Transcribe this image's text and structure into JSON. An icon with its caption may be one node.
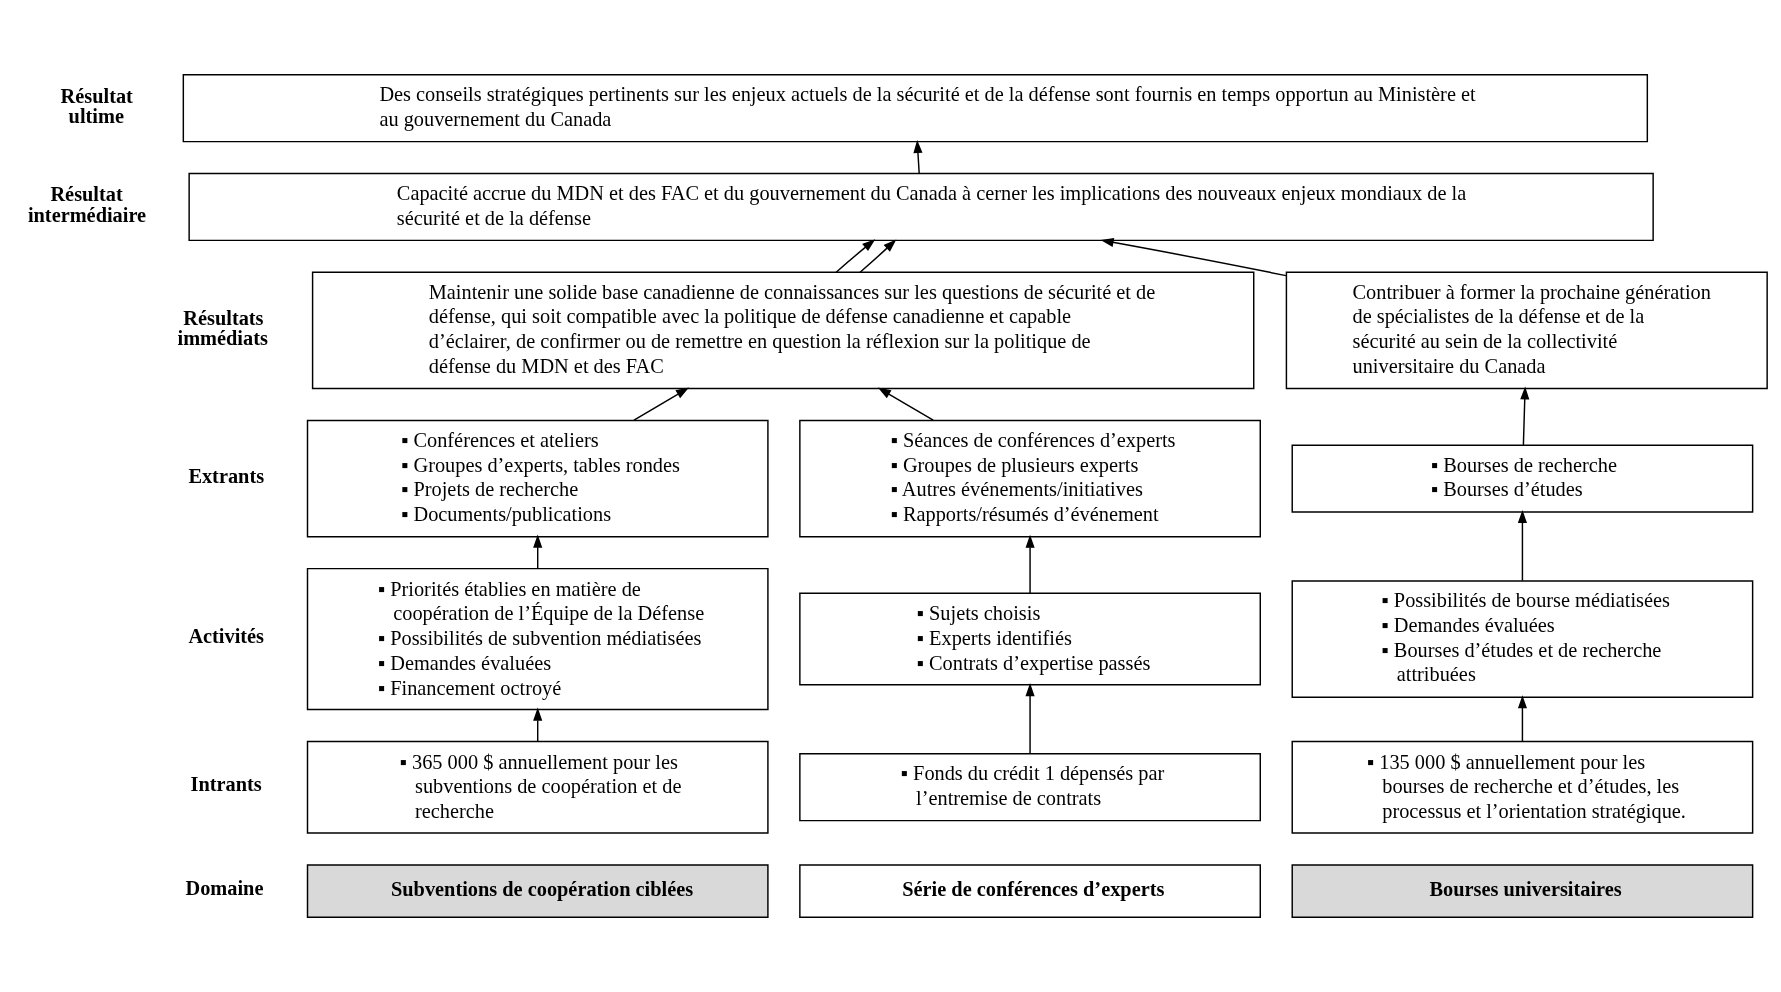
{
  "diagram": {
    "nodes": [
      {
        "text": [
          "Des conseils stratégiques pertinents sur les enjeux actuels de la sécurité et de la défense sont fournis en temps opportun au Ministère et au gouvernement du Canada"
        ]
      },
      {
        "text": [
          "Capacité accrue du MDN et des FAC et du gouvernement du Canada à cerner les implications des nouveaux enjeux mondiaux de la sécurité et de la défense"
        ]
      },
      {
        "text": [
          "Maintenir une solide base canadienne de connaissances sur les questions de sécurité et de défense, qui soit compatible avec la politique de défense canadienne et capable d’éclairer, de confirmer ou de remettre en question la réflexion sur la politique de défense du MDN et des FAC"
        ]
      },
      {
        "text": [
          "Contribuer à former la prochaine génération de spécialistes de la défense et de la sécurité au sein de la collectivité universitaire du Canada"
        ]
      },
      {
        "text": [
          "▪ Conférences et ateliers",
          "▪ Groupes d’experts, tables rondes",
          "▪ Projets de recherche",
          "▪ Documents/publications"
        ]
      },
      {
        "text": [
          "▪ Séances de conférences d’experts",
          "▪ Groupes de plusieurs experts",
          "▪ Autres événements/initiatives",
          "▪ Rapports/résumés d’événement"
        ]
      },
      {
        "text": [
          "▪ Bourses de recherche",
          "▪ Bourses d’études"
        ]
      },
      {
        "text": [
          "▪ Priorités établies en matière de coopération de l’Équipe de la Défense",
          "▪ Possibilités de subvention médiatisées",
          "▪ Demandes évaluées",
          "▪ Financement octroyé"
        ]
      },
      {
        "text": [
          "▪ Sujets choisis",
          "▪ Experts identifiés",
          "▪ Contrats d’expertise passés"
        ]
      },
      {
        "text": [
          "▪ Possibilités de bourse médiatisées",
          "▪ Demandes évaluées",
          "▪ Bourses d’études et de recherche attribuées"
        ]
      },
      {
        "text": [
          "▪ 365 000 $ annuellement pour les subventions de coopération et de recherche"
        ]
      },
      {
        "text": [
          "▪ Fonds du crédit 1 dépensés par l’entremise de contrats"
        ]
      },
      {
        "text": [
          "▪ 135 000 $ annuellement pour les bourses de recherche et d’études, les processus et l’orientation stratégique."
        ]
      },
      {
        "text": [
          "Subventions de coopération ciblées"
        ]
      },
      {
        "text": [
          "Série de conférences d’experts"
        ]
      },
      {
        "text": [
          "Bourses universitaires"
        ]
      }
    ],
    "edges": [
      {
        "from": 1,
        "to": 0,
        "arrow": "to"
      },
      {
        "from": 2,
        "to": 1,
        "arrow": "to"
      },
      {
        "from": 2,
        "to": 1,
        "arrow": "to"
      },
      {
        "from": 3,
        "to": 1,
        "arrow": "to"
      },
      {
        "from": 4,
        "to": 2,
        "arrow": "to"
      },
      {
        "from": 5,
        "to": 2,
        "arrow": "to"
      },
      {
        "from": 6,
        "to": 3,
        "arrow": "to"
      },
      {
        "from": 7,
        "to": 4,
        "arrow": "to"
      },
      {
        "from": 8,
        "to": 5,
        "arrow": "to"
      },
      {
        "from": 9,
        "to": 6,
        "arrow": "to"
      },
      {
        "from": 10,
        "to": 7,
        "arrow": "to"
      },
      {
        "from": 11,
        "to": 8,
        "arrow": "to"
      },
      {
        "from": 12,
        "to": 9,
        "arrow": "to"
      }
    ],
    "labels": [
      "Résultat ultime",
      "Résultat intermédiaire",
      "Résultats immédiats",
      "Extrants",
      "Activités",
      "Intrants",
      "Domaine"
    ]
  }
}
